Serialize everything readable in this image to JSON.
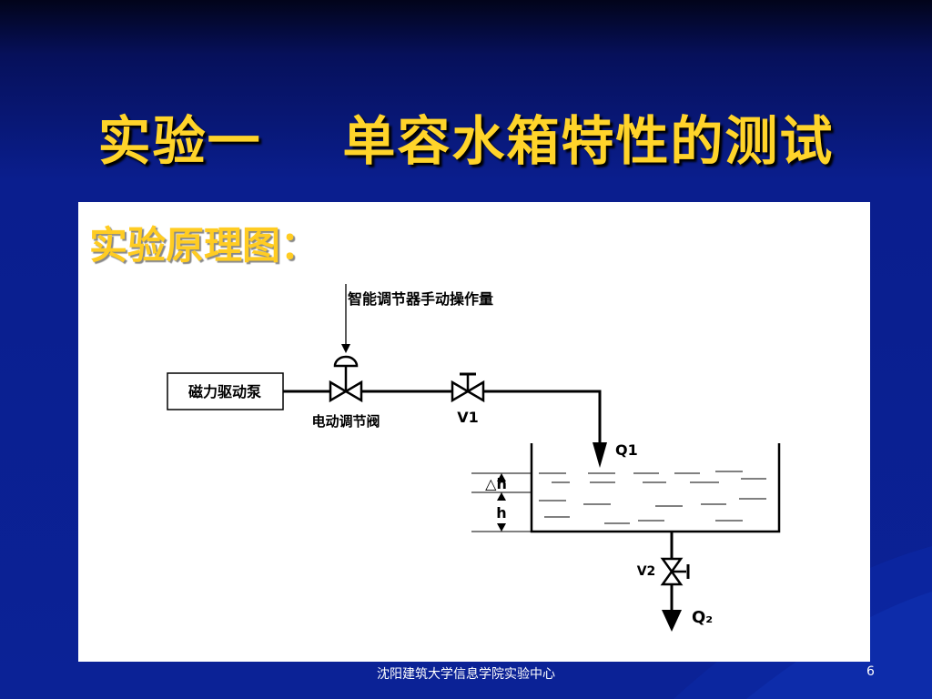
{
  "slide": {
    "title": "实验一    单容水箱特性的测试",
    "subtitle": "实验原理图：",
    "footer": "沈阳建筑大学信息学院实验中心",
    "page_number": "6"
  },
  "diagram": {
    "operator_label": "智能调节器手动操作量",
    "pump_label": "磁力驱动泵",
    "control_valve_label": "电动调节阀",
    "valve1_label": "V1",
    "inflow_label": "Q1",
    "delta_h_label": "△h",
    "h_label": "h",
    "valve2_label": "V2",
    "outflow_label": "Q₂"
  },
  "colors": {
    "background": "#0b2296",
    "title": "#ffd42a",
    "panel": "#ffffff"
  }
}
